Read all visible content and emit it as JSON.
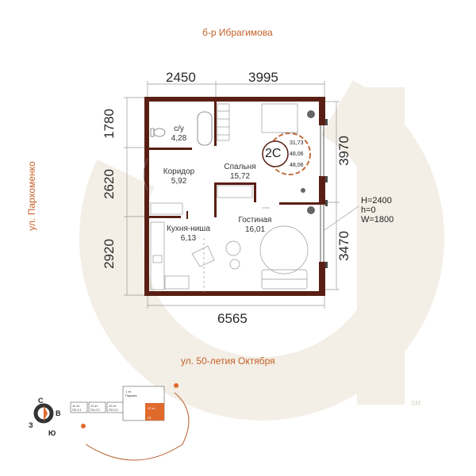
{
  "streets": {
    "top": "б-р Ибрагимова",
    "left": "ул. Пархоменко",
    "bottom": "ул. 50-летия Октября"
  },
  "dimensions": {
    "top_left": "2450",
    "top_right": "3995",
    "left_1": "1780",
    "left_2": "2620",
    "left_3": "2920",
    "right_1": "3970",
    "right_2": "3470",
    "bottom": "6565"
  },
  "rooms": [
    {
      "name": "с/у",
      "area": "4,28"
    },
    {
      "name": "Спальня",
      "area": "15,72"
    },
    {
      "name": "Коридор",
      "area": "5,92"
    },
    {
      "name": "Кухня-ниша",
      "area": "6,13"
    },
    {
      "name": "Гостиная",
      "area": "16,01"
    }
  ],
  "apartment": {
    "type": "2С",
    "area_1": "31,73",
    "area_2": "48,06",
    "area_3": "48,06"
  },
  "window_spec": {
    "h_line": "H=2400",
    "h0_line": "h=0",
    "w_line": "W=1800"
  },
  "compass": {
    "north": "С",
    "east": "В",
    "south": "Ю",
    "west": "З"
  },
  "floor_legend": {
    "blocks": [
      {
        "floor": "11 эт.",
        "code": "П2-С1"
      },
      {
        "floor": "11 эт.",
        "code": "П2-С2"
      },
      {
        "floor": "10 эт.",
        "code": "П2-С3"
      }
    ],
    "parking_floor": "1 эт.",
    "parking_label": "Паркинг",
    "highlight_floor": "22 эт.",
    "highlight_code": "Л1"
  },
  "watermark_text": "SM",
  "colors": {
    "wall": "#5a1f14",
    "accent": "#e06a2c",
    "street": "#c4622a",
    "watermark": "#f2ede4"
  }
}
